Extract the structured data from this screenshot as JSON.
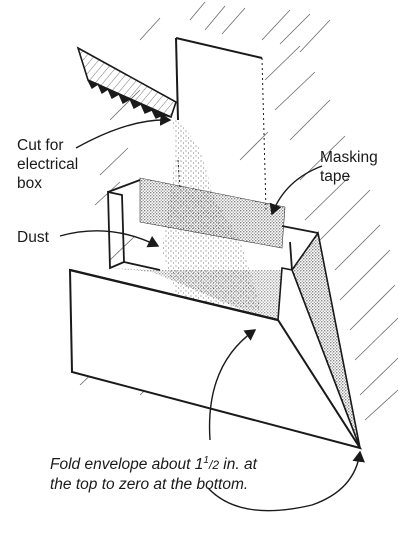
{
  "labels": {
    "cut_line1": "Cut for",
    "cut_line2": "electrical",
    "cut_line3": "box",
    "tape_line1": "Masking",
    "tape_line2": "tape",
    "dust": "Dust"
  },
  "caption": {
    "line1_before": "Fold envelope about 1",
    "fraction_numerator": "1",
    "fraction_slash": "/",
    "fraction_denominator": "2",
    "line1_after": " in. at",
    "line2": "the top to zero at the bottom."
  }
}
